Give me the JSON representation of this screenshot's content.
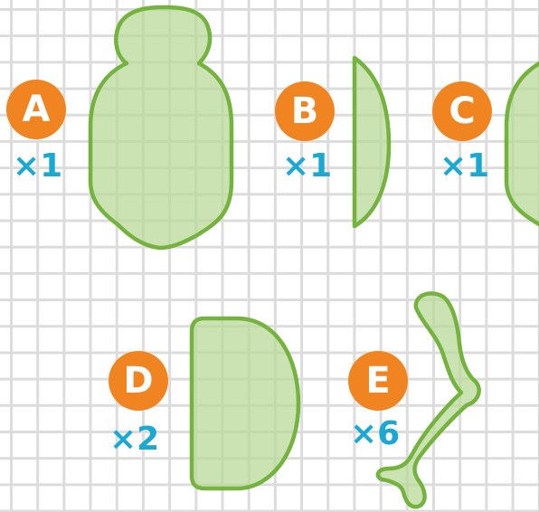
{
  "colors": {
    "badge": "#ef8420",
    "quantity": "#1aa9d2",
    "piece_fill": "#b9d99a",
    "piece_stroke": "#74b33d",
    "grid_line": "#dcdcdc"
  },
  "pieces": [
    {
      "letter": "A",
      "quantity": "×1"
    },
    {
      "letter": "B",
      "quantity": "×1"
    },
    {
      "letter": "C",
      "quantity": "×1"
    },
    {
      "letter": "D",
      "quantity": "×2"
    },
    {
      "letter": "E",
      "quantity": "×6"
    }
  ]
}
